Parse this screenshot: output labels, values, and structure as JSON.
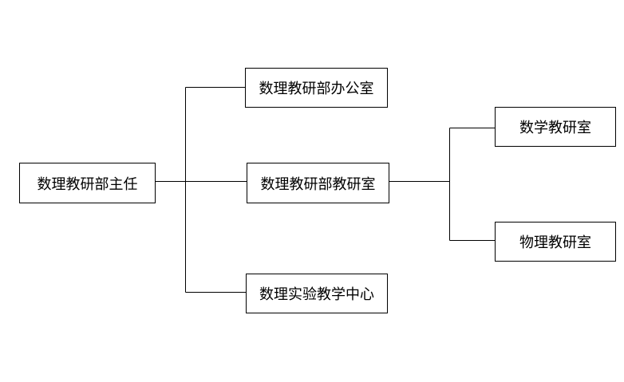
{
  "diagram": {
    "nodes": {
      "director": "数理教研部主任",
      "office": "数理教研部办公室",
      "research": "数理教研部教研室",
      "lab": "数理实验教学中心",
      "math": "数学教研室",
      "physics": "物理教研室"
    },
    "edges": [
      {
        "from": "director",
        "to": "office"
      },
      {
        "from": "director",
        "to": "research"
      },
      {
        "from": "director",
        "to": "lab"
      },
      {
        "from": "research",
        "to": "math"
      },
      {
        "from": "research",
        "to": "physics"
      }
    ]
  }
}
